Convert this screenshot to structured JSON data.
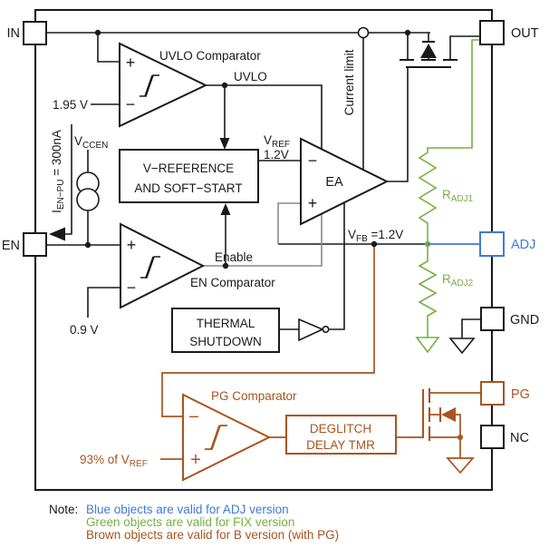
{
  "colors": {
    "black": "#1a1a1a",
    "gray_wire": "#8a8a8a",
    "green_fix": "#76b043",
    "blue_adj": "#3f7ad9",
    "brown_b_version": "#a8541f"
  },
  "pins": {
    "in": "IN",
    "en": "EN",
    "out": "OUT",
    "adj": "ADJ",
    "gnd": "GND",
    "pg": "PG",
    "nc": "NC"
  },
  "comparators": {
    "uvlo_label": "UVLO Comparator",
    "en_label": "EN Comparator",
    "pg_label": "PG Comparator",
    "ea_label": "EA"
  },
  "blocks": {
    "vref_line1": "V−REFERENCE",
    "vref_line2": "AND SOFT−START",
    "thermal_line1": "THERMAL",
    "thermal_line2": "SHUTDOWN",
    "deglitch_line1": "DEGLITCH",
    "deglitch_line2": "DELAY TMR"
  },
  "signals": {
    "uvlo": "UVLO",
    "enable": "Enable",
    "current_limit": "Current limit",
    "uvlo_threshold": "1.95 V",
    "en_threshold": "0.9 V",
    "vccen_main": "V",
    "vccen_sub": "CCEN",
    "ienpu_main": "I",
    "ienpu_sub": "EN−PU",
    "ienpu_value": " = 300nA",
    "vref_main": "V",
    "vref_sub": "REF",
    "vref_value": "1.2V",
    "vfb_main": "V",
    "vfb_sub": "FB",
    "vfb_value": " =1.2V",
    "radj1_main": "R",
    "radj1_sub": "ADJ1",
    "radj2_main": "R",
    "radj2_sub": "ADJ2",
    "pg_threshold_main": "93% of V",
    "pg_threshold_sub": "REF"
  },
  "icons": {
    "plus": "+",
    "minus": "−"
  },
  "note": {
    "label": "Note:",
    "blue_line": "Blue objects are valid for ADJ version",
    "green_line": "Green objects are valid for FIX version",
    "brown_line": "Brown objects are valid for B version (with PG)"
  }
}
